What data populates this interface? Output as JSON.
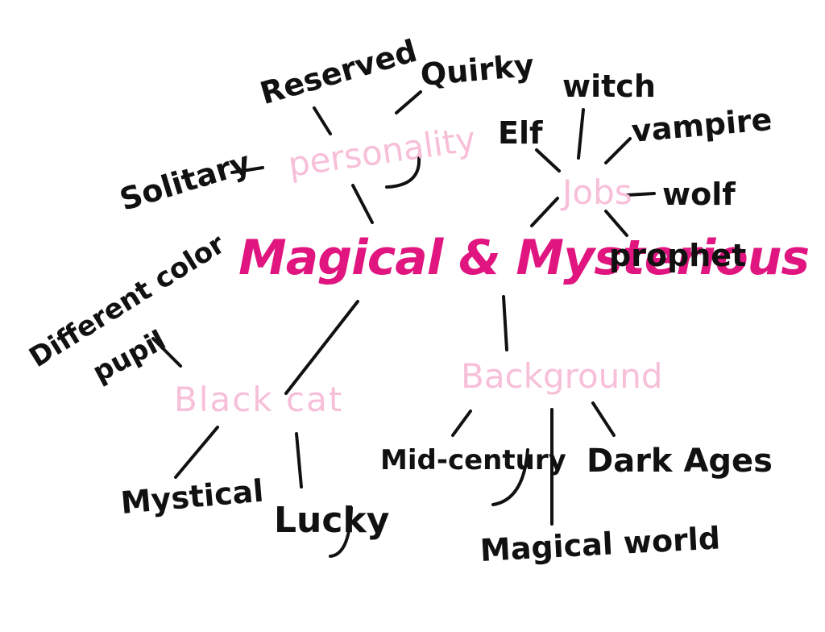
{
  "colors": {
    "ink": "#111111",
    "center": "#e0157f",
    "category": "#f7bfd8"
  },
  "center": {
    "label": "Magical & Mysterious"
  },
  "categories": {
    "personality": {
      "label": "personality",
      "items": [
        "Reserved",
        "Quirky",
        "Solitary"
      ]
    },
    "jobs": {
      "label": "Jobs",
      "items": [
        "Elf",
        "witch",
        "vampire",
        "wolf",
        "prophet"
      ]
    },
    "black_cat": {
      "label": "Black cat",
      "items": [
        "Different color",
        "pupil",
        "Mystical",
        "Lucky"
      ]
    },
    "background": {
      "label": "Background",
      "items": [
        "Mid-century",
        "Dark Ages",
        "Magical world"
      ]
    }
  }
}
